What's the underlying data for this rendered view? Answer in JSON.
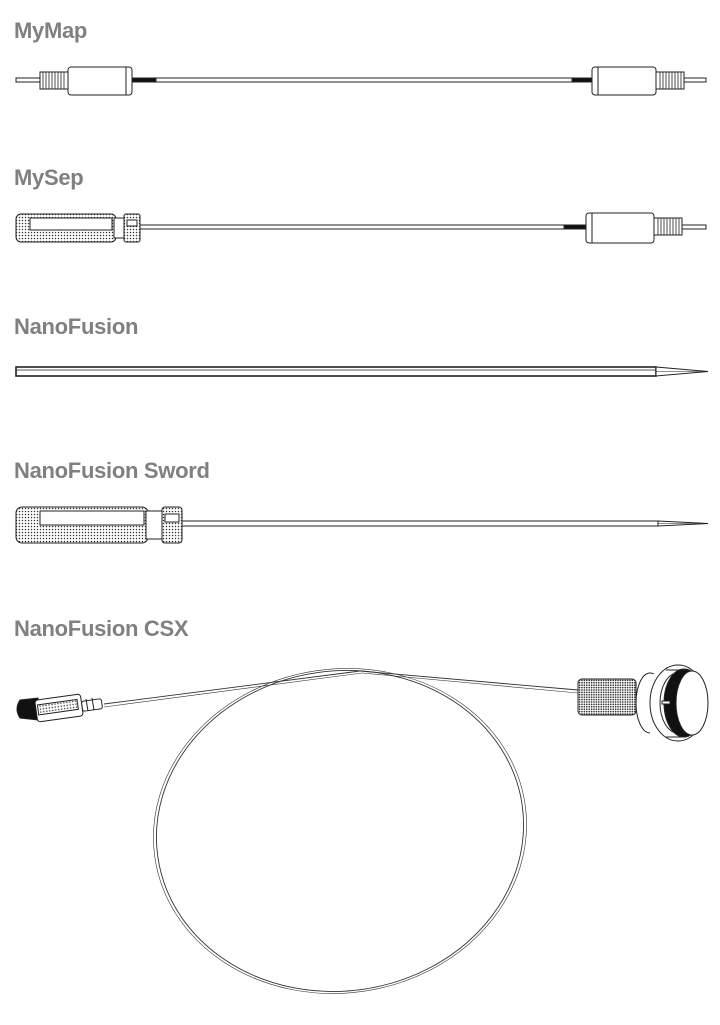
{
  "colors": {
    "label": "#808080",
    "stroke": "#222222",
    "background": "#ffffff"
  },
  "products": [
    {
      "name": "MyMap"
    },
    {
      "name": "MySep"
    },
    {
      "name": "NanoFusion"
    },
    {
      "name": "NanoFusion Sword"
    },
    {
      "name": "NanoFusion CSX"
    }
  ]
}
